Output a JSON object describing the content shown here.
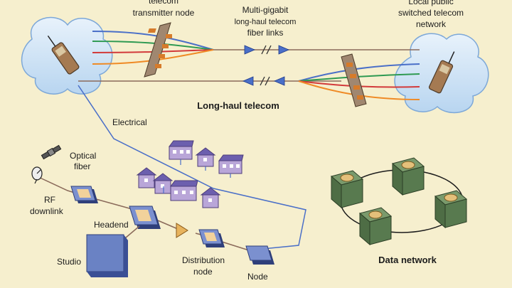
{
  "labels": {
    "transmitter_top": "telecom",
    "transmitter_bottom": "transmitter node",
    "links_line1": "Multi-gigabit",
    "links_line2": "long-haul telecom",
    "links_line3": "fiber links",
    "pstn_line1": "Local public",
    "pstn_line2": "switched telecom",
    "pstn_line3": "network",
    "longhaul": "Long-haul telecom",
    "electrical": "Electrical",
    "optical_line1": "Optical",
    "optical_line2": "fiber",
    "rf_line1": "RF",
    "rf_line2": "downlink",
    "headend": "Headend",
    "studio": "Studio",
    "distribution_line1": "Distribution",
    "distribution_line2": "node",
    "node": "Node",
    "data_network": "Data network"
  },
  "colors": {
    "background": "#f6efce",
    "cloud": "#cfe4f6",
    "cloud_edge": "#6f9fd0",
    "fiber_blue": "#4a6fc8",
    "fiber_green": "#2f9a52",
    "fiber_red": "#d23a3a",
    "fiber_orange": "#ef8a25",
    "trunk": "#8a6a5a",
    "node_green": "#587a4f",
    "box_blue": "#6a82c4"
  }
}
